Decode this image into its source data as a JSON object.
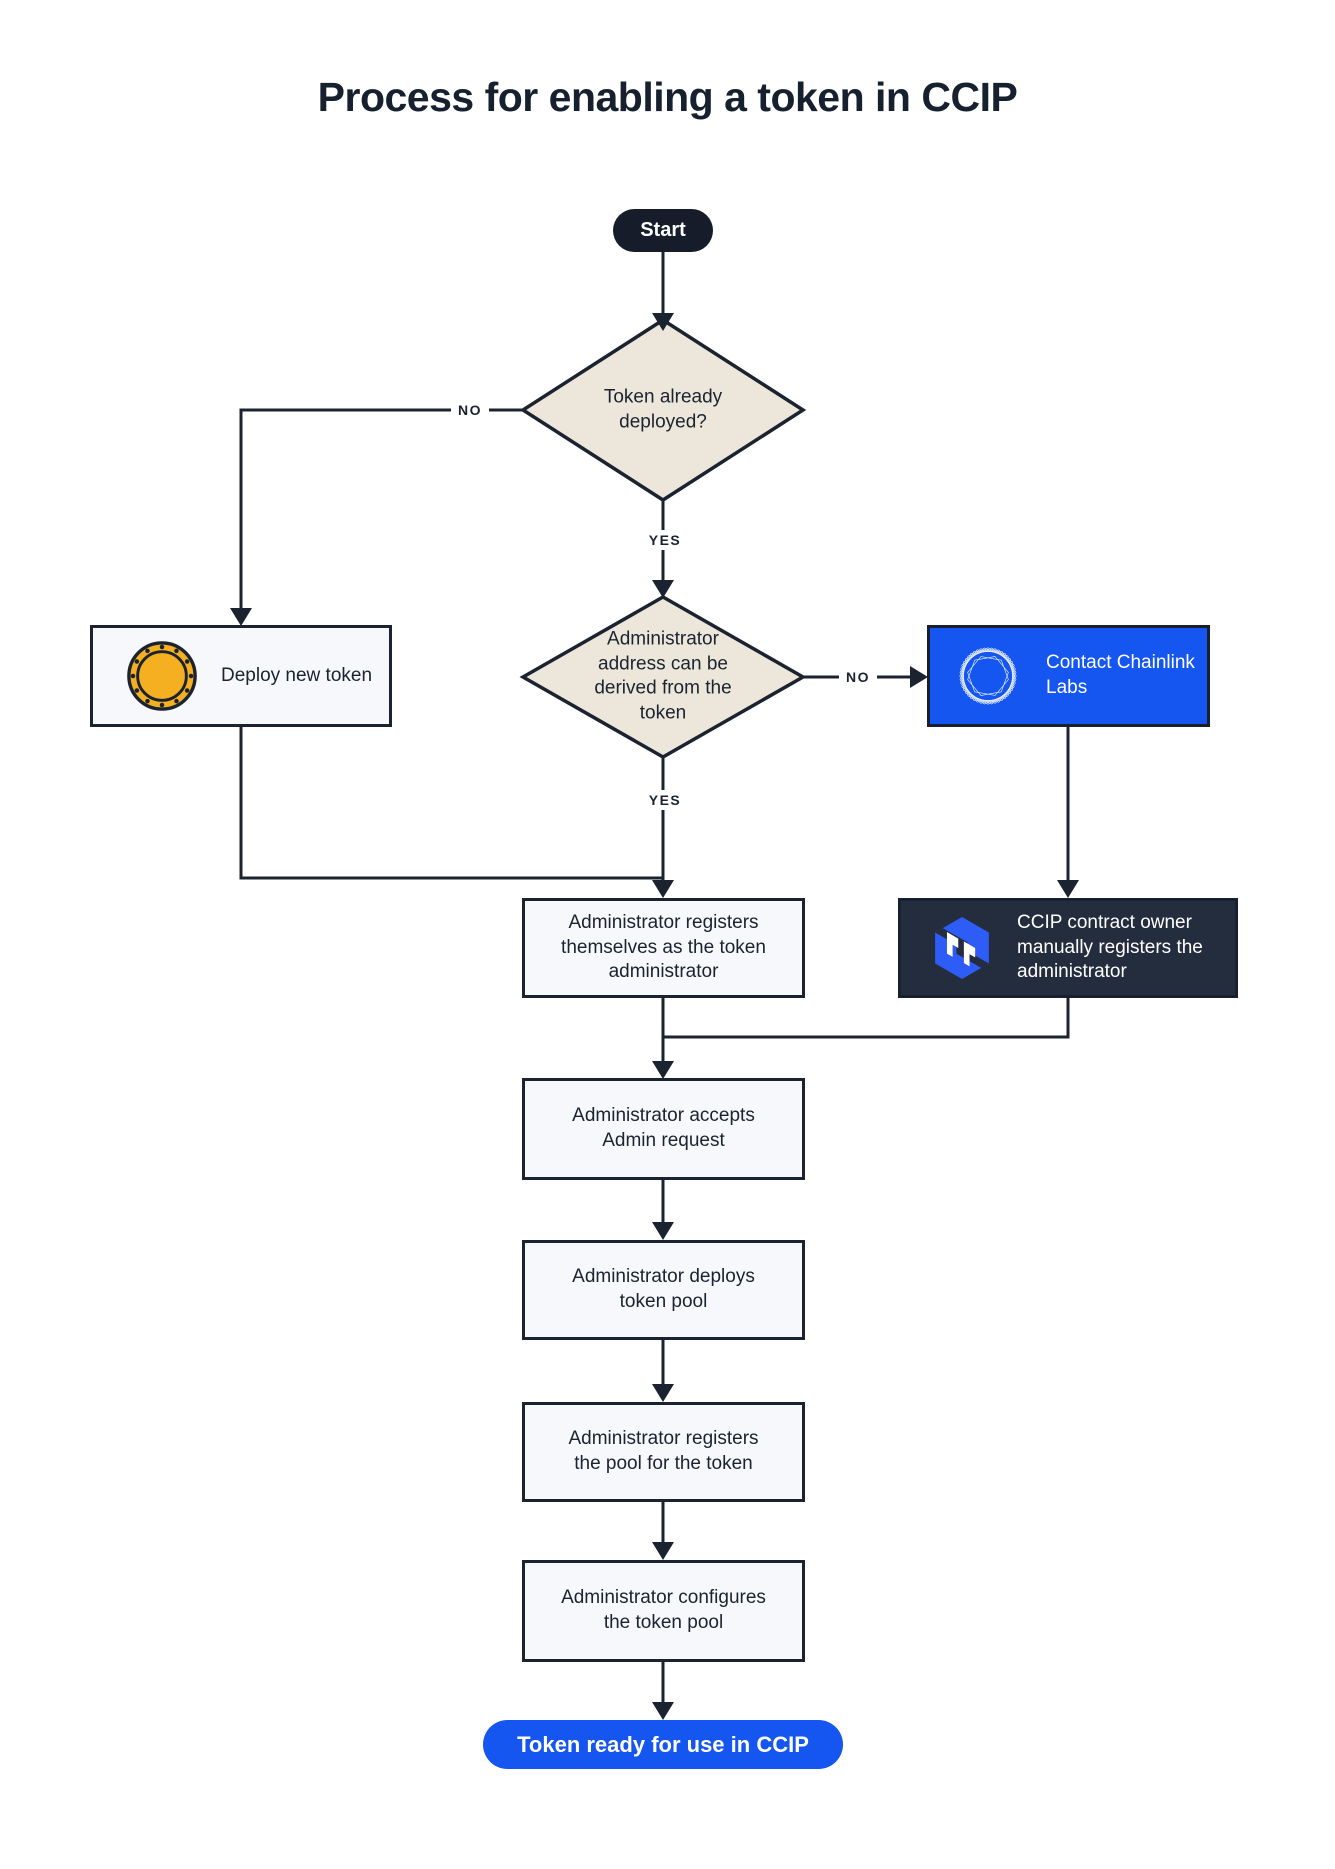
{
  "title": "Process for enabling a token in CCIP",
  "colors": {
    "ink": "#1b2330",
    "accent_blue": "#1556f0",
    "diamond_fill": "#ede7db",
    "box_fill": "#f6f8fc",
    "dark_box_fill": "#232d3d",
    "start_pill_fill": "#161c29",
    "coin_gold": "#f4b021"
  },
  "nodes": {
    "start": {
      "label": "Start"
    },
    "decision1": {
      "label": "Token already deployed?"
    },
    "deploy_new_token": {
      "label": "Deploy new token",
      "icon": "coin-icon"
    },
    "decision2": {
      "label": "Administrator address can be derived from the token"
    },
    "contact_chainlink": {
      "label": "Contact Chainlink Labs",
      "icon": "chainlink-labs-icon"
    },
    "admin_registers": {
      "label": "Administrator registers themselves as the token administrator"
    },
    "ccip_owner_registers": {
      "label": "CCIP contract owner manually registers the administrator",
      "icon": "ccip-icon"
    },
    "admin_accepts": {
      "label": "Administrator accepts Admin request"
    },
    "admin_deploys_pool": {
      "label": "Administrator deploys token pool"
    },
    "admin_registers_pool": {
      "label": "Administrator registers the pool for the token"
    },
    "admin_configures_pool": {
      "label": "Administrator configures the token pool"
    },
    "end": {
      "label": "Token ready for use in CCIP"
    }
  },
  "edges": {
    "decision1_no": "NO",
    "decision1_yes": "YES",
    "decision2_no": "NO",
    "decision2_yes": "YES"
  }
}
